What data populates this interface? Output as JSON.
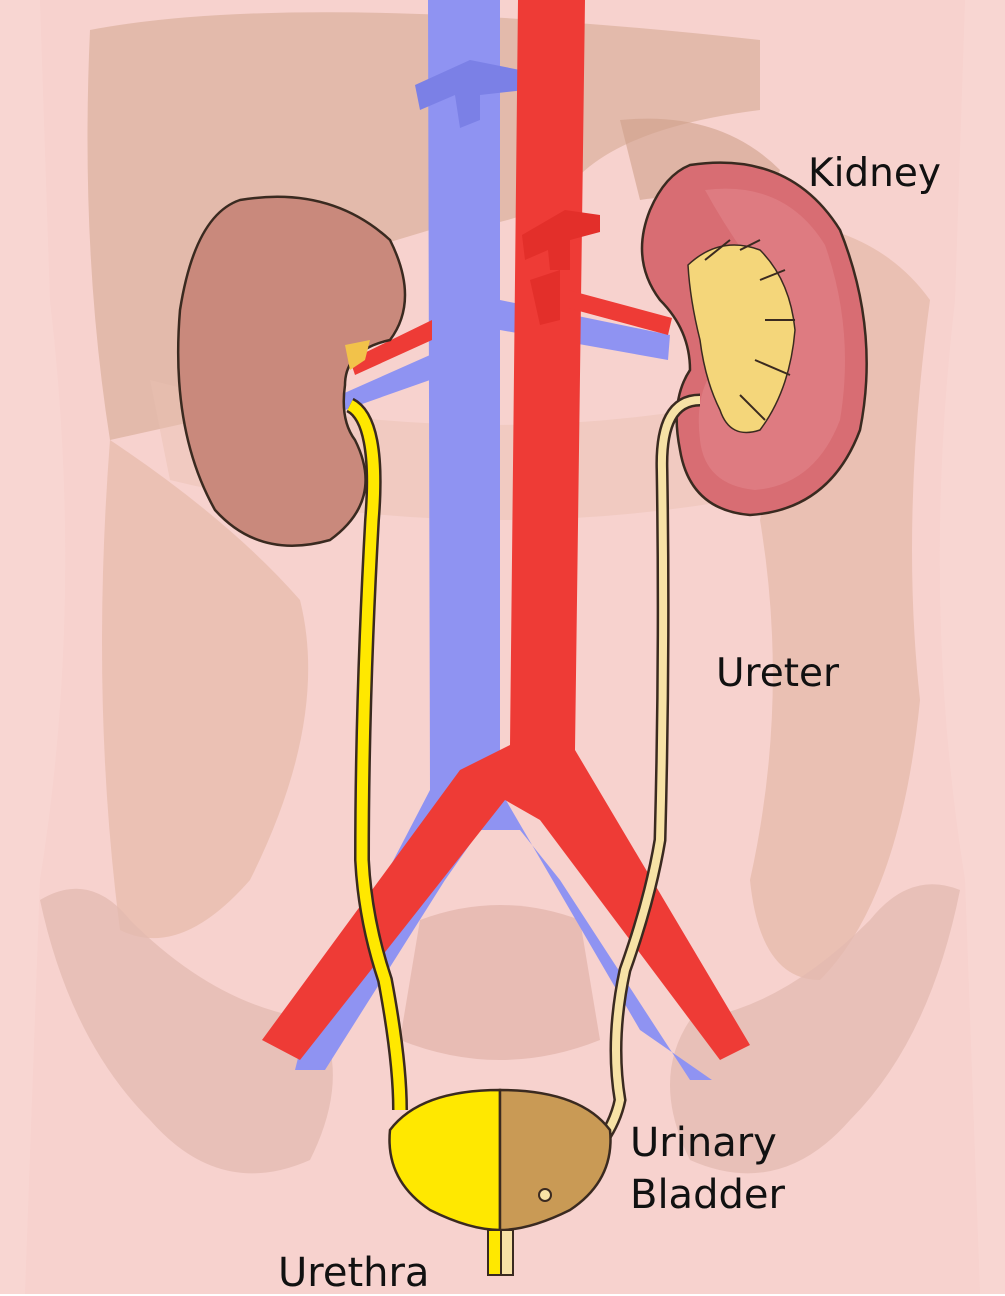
{
  "labels": {
    "kidney": "Kidney",
    "ureter": "Ureter",
    "urinary": "Urinary",
    "bladder": "Bladder",
    "urethra": "Urethra"
  },
  "colors": {
    "background_skin": "#f6d3cf",
    "organ_shadow": "#dfb5a6",
    "bone": "#e6c0b8",
    "vein": "#8f93f2",
    "artery": "#ee3b36",
    "urine_yellow": "#ffe800",
    "kidney_left": "#c9897c",
    "kidney_right": "#d86d73",
    "bladder_tan": "#c99a55",
    "outline": "#3a2a20"
  }
}
